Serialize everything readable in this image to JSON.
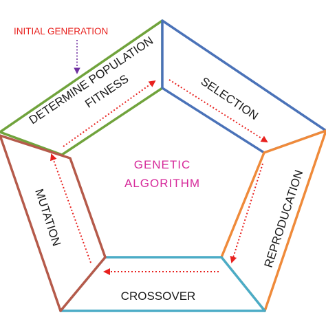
{
  "diagram": {
    "start_label": "INITIAL GENERATION",
    "center_title": {
      "line1": "GENETIC",
      "line2": "ALGORITHM"
    },
    "stages": [
      {
        "line1": "DETERMINE POPULATION",
        "line2": "FITNESS",
        "color": "#70a33c"
      },
      {
        "line1": "SELECTION",
        "color": "#4a72b8"
      },
      {
        "line1": "REPRODUCATION",
        "color": "#ef8a3a"
      },
      {
        "line1": "CROSSOVER",
        "color": "#4bacc6"
      },
      {
        "line1": "MUTATION",
        "color": "#b55a4a"
      }
    ],
    "colors": {
      "start_label": "#e8211e",
      "start_arrow": "#7030a0",
      "flow_arrows": "#e8211e",
      "center_title": "#d6299a"
    }
  }
}
